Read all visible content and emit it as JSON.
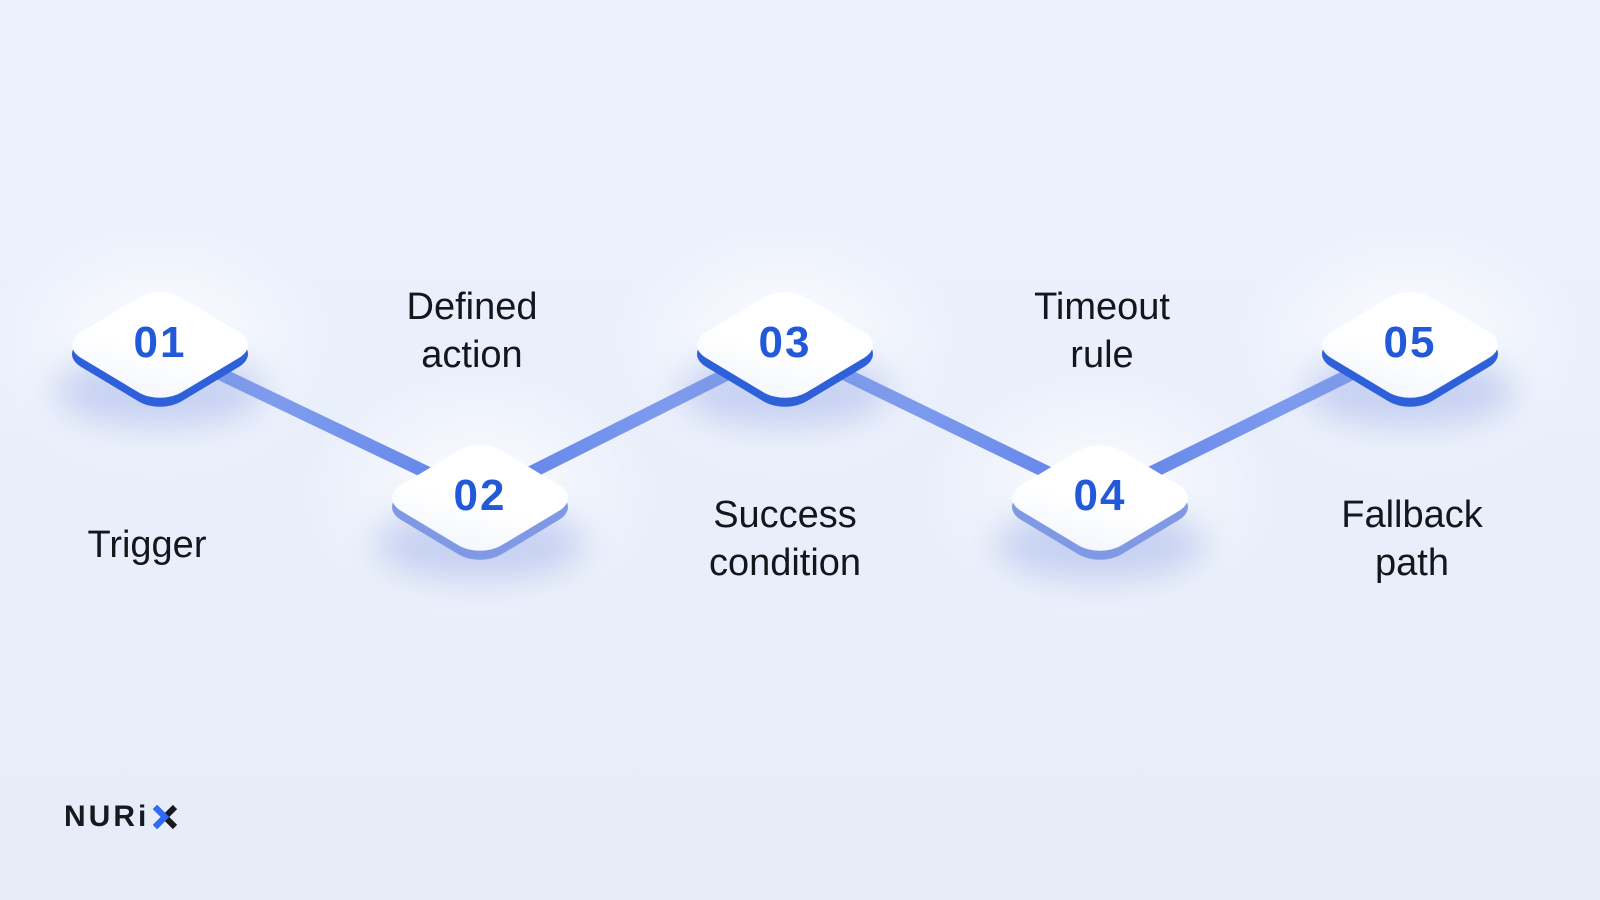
{
  "colors": {
    "background_top": "#ecf1fd",
    "background_bottom": "#e6ecf8",
    "number_blue": "#2259d8",
    "edge_strong": "#2e60da",
    "edge_soft": "#7f99e4",
    "line_light": "#92acf2",
    "line_dark": "#5f82e8",
    "label_color": "#13161b",
    "logo_dark": "#17191e",
    "logo_blue": "#2f6bfa",
    "diamond_face": "#ffffff"
  },
  "steps": [
    {
      "number": "01",
      "label": "Trigger",
      "position": "top",
      "label_placement": "below",
      "edge_tone": "strong"
    },
    {
      "number": "02",
      "label": "Defined\naction",
      "position": "bottom",
      "label_placement": "above",
      "edge_tone": "soft"
    },
    {
      "number": "03",
      "label": "Success\ncondition",
      "position": "top",
      "label_placement": "below",
      "edge_tone": "strong"
    },
    {
      "number": "04",
      "label": "Timeout\nrule",
      "position": "bottom",
      "label_placement": "above",
      "edge_tone": "soft"
    },
    {
      "number": "05",
      "label": "Fallback\npath",
      "position": "top",
      "label_placement": "below",
      "edge_tone": "strong"
    }
  ],
  "logo": {
    "text_main": "NUR",
    "text_i": "i",
    "x_letter": "X"
  }
}
